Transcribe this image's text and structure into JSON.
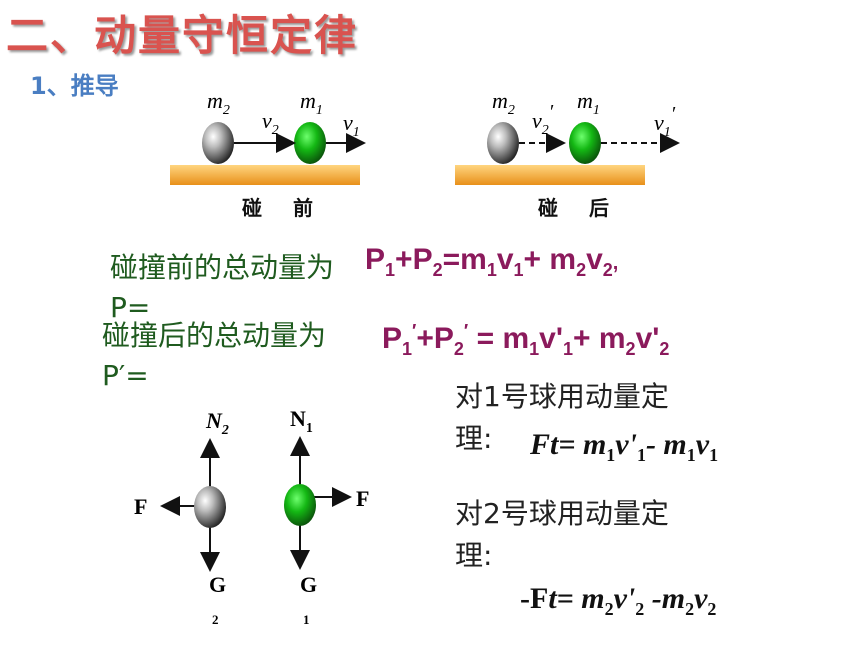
{
  "title": "二、动量守恒定律",
  "subtitle": "1、推导",
  "diagram_before": {
    "caption": "碰 前",
    "m2": "m",
    "m2_sub": "2",
    "m1": "m",
    "m1_sub": "1",
    "v2": "v",
    "v2_sub": "2",
    "v1": "v",
    "v1_sub": "1"
  },
  "diagram_after": {
    "caption": "碰 后",
    "m2": "m",
    "m2_sub": "2",
    "m1": "m",
    "m1_sub": "1",
    "v2p": "v",
    "v2p_sub": "2",
    "v2p_prime": "′",
    "v1p": "v",
    "v1p_sub": "1",
    "v1p_prime": "′"
  },
  "before_label": "碰撞前的总动量为P=",
  "before_formula": {
    "p1": "P",
    "p1_sub": "1",
    "plus1": "+",
    "p2": "P",
    "p2_sub": "2",
    "eq": "=",
    "m1": "m",
    "m1_sub": "1",
    "v1": "v",
    "v1_sub": "1",
    "plus2": "+ ",
    "m2": "m",
    "m2_sub": "2",
    "v2": "v",
    "v2_sub": "2",
    "tail": ","
  },
  "after_label": "碰撞后的总动量为P′=",
  "after_formula": {
    "p1": "P",
    "p1_sub": "1",
    "p1_prime": "′",
    "plus1": "+",
    "p2": "P",
    "p2_sub": "2",
    "p2_prime": "′",
    "eq": " = ",
    "m1": "m",
    "m1_sub": "1",
    "v1": "v'",
    "v1_sub": "1",
    "plus2": "+ ",
    "m2": "m",
    "m2_sub": "2",
    "v2": "v'",
    "v2_sub": "2"
  },
  "forces": {
    "N2": "N",
    "N2_sub": "2",
    "N1": "N",
    "N1_sub": "1",
    "F_left": "F",
    "F_right": "F",
    "G2": "G",
    "G2_sub": "2",
    "G1": "G",
    "G1_sub": "1"
  },
  "theorem1_text": "对1号球用动量定理:",
  "theorem1_formula": {
    "a": "Ft= m",
    "a_sub": "1",
    "b": "v'",
    "b_sub": "1",
    "c": "- m",
    "c_sub": "1",
    "d": "v",
    "d_sub": "1"
  },
  "theorem2_text": "对2号球用动量定理:",
  "theorem2_formula": {
    "a": "-F",
    "t": "t",
    "b": "= m",
    "b_sub": "2",
    "c": "v'",
    "c_sub": "2",
    "d": " -m",
    "d_sub": "2",
    "e": "v",
    "e_sub": "2"
  },
  "colors": {
    "title": "#d9534f",
    "subtitle": "#4a7ec2",
    "green_text": "#1f5b1f",
    "purple_formula": "#8b1a5c",
    "ground": "#f0a030",
    "ball_gray": "#666666",
    "ball_green": "#1a9a1a"
  }
}
